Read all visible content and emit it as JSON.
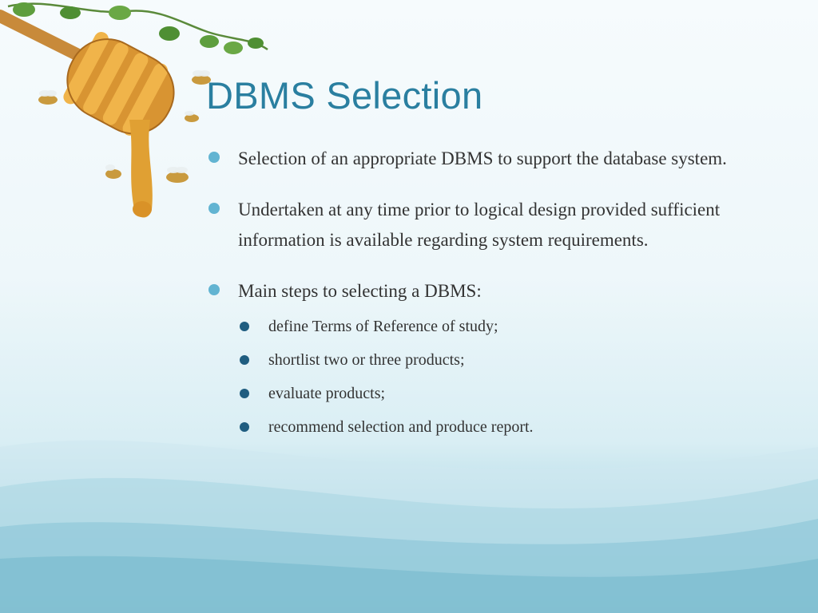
{
  "slide": {
    "title": "DBMS Selection",
    "bullets": [
      {
        "text": "Selection of an appropriate DBMS to support the database system."
      },
      {
        "text": "Undertaken at any time prior to logical design provided sufficient information is available regarding system requirements."
      },
      {
        "text": "Main steps to selecting a DBMS:",
        "subitems": [
          "define Terms of Reference of study;",
          "shortlist two or three products;",
          "evaluate products;",
          "recommend selection and produce report."
        ]
      }
    ]
  },
  "decoration": {
    "illustration": "honey-dipper-with-bees-and-vine",
    "icons": [
      "honey-dipper-icon",
      "bee-icon",
      "vine-leaf-icon"
    ]
  },
  "colors": {
    "title": "#2a7fa0",
    "bullet": "#62b4d2",
    "subbullet": "#1f5d80",
    "text": "#333333",
    "honey": "#e0a033"
  }
}
